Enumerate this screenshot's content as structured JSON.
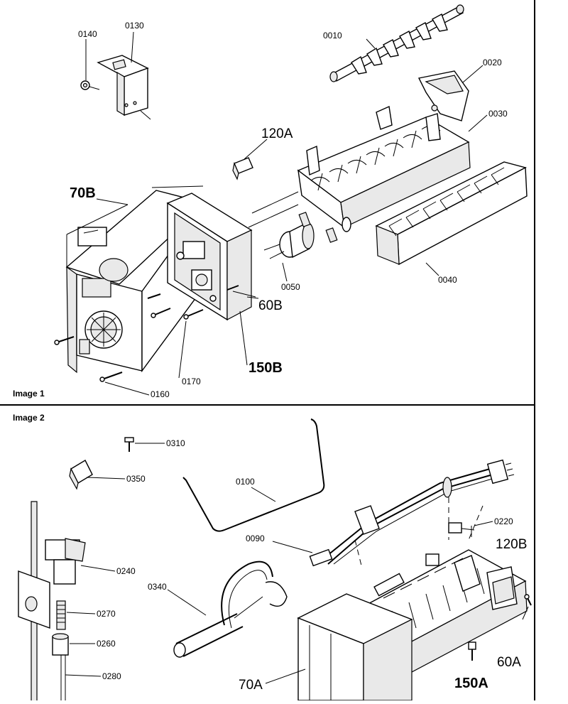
{
  "images": [
    {
      "caption": "Image 1",
      "callouts": {
        "c0140": "0140",
        "c0130": "0130",
        "c0010": "0010",
        "c0020": "0020",
        "c0030": "0030",
        "c120A": "120A",
        "c70B": "70B",
        "c0050": "0050",
        "c0040": "0040",
        "c60B": "60B",
        "c150B": "150B",
        "c0170": "0170",
        "c0160": "0160"
      }
    },
    {
      "caption": "Image 2",
      "callouts": {
        "c0310": "0310",
        "c0350": "0350",
        "c0100": "0100",
        "c0090": "0090",
        "c0220": "0220",
        "c120B": "120B",
        "c0240": "0240",
        "c0340": "0340",
        "c0270": "0270",
        "c0260": "0260",
        "c0280": "0280",
        "c70A": "70A",
        "c150A": "150A",
        "c60A": "60A"
      }
    }
  ]
}
